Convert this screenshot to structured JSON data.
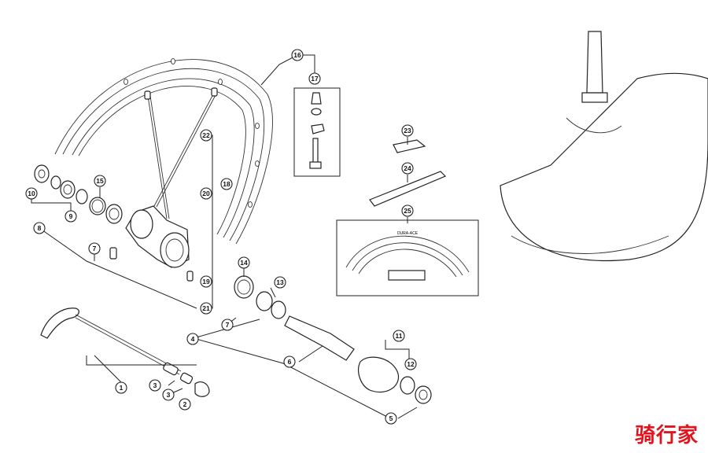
{
  "diagram": {
    "callouts": [
      {
        "id": "c1",
        "label": "1"
      },
      {
        "id": "c2",
        "label": "2"
      },
      {
        "id": "c3a",
        "label": "3"
      },
      {
        "id": "c3b",
        "label": "3"
      },
      {
        "id": "c4",
        "label": "4"
      },
      {
        "id": "c5",
        "label": "5"
      },
      {
        "id": "c6",
        "label": "6"
      },
      {
        "id": "c7a",
        "label": "7"
      },
      {
        "id": "c7b",
        "label": "7"
      },
      {
        "id": "c8",
        "label": "8"
      },
      {
        "id": "c9",
        "label": "9"
      },
      {
        "id": "c10",
        "label": "10"
      },
      {
        "id": "c11",
        "label": "11"
      },
      {
        "id": "c12",
        "label": "12"
      },
      {
        "id": "c13",
        "label": "13"
      },
      {
        "id": "c14",
        "label": "14"
      },
      {
        "id": "c15",
        "label": "15"
      },
      {
        "id": "c16",
        "label": "16"
      },
      {
        "id": "c17",
        "label": "17"
      },
      {
        "id": "c18",
        "label": "18"
      },
      {
        "id": "c19",
        "label": "19"
      },
      {
        "id": "c20",
        "label": "20"
      },
      {
        "id": "c21",
        "label": "21"
      },
      {
        "id": "c22",
        "label": "22"
      },
      {
        "id": "c23",
        "label": "23"
      },
      {
        "id": "c24",
        "label": "24"
      },
      {
        "id": "c25",
        "label": "25"
      }
    ],
    "rim_decal_text": "DURA-ACE"
  },
  "watermark": {
    "text": "骑行家",
    "color": "#e0141e"
  }
}
